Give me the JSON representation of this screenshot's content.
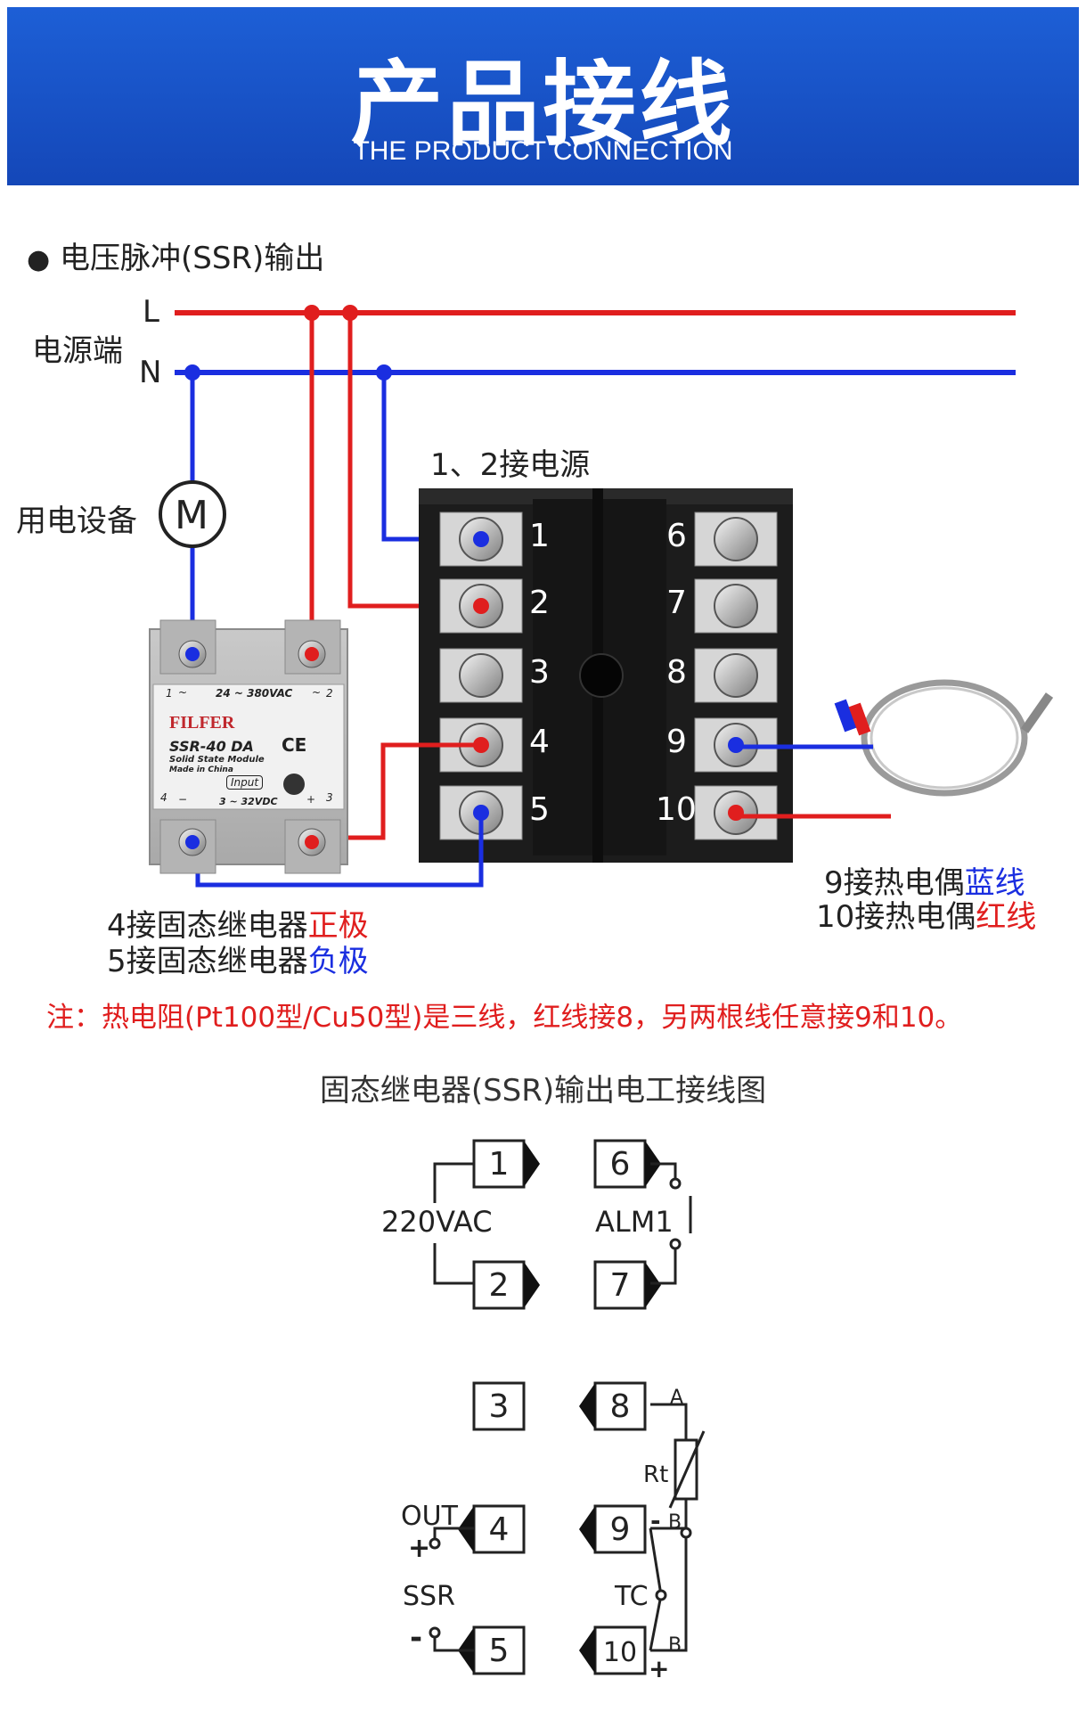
{
  "banner": {
    "title": "产品接线",
    "subtitle": "THE PRODUCT CONNECTION"
  },
  "section": {
    "bullet": "●",
    "heading": "电压脉冲(SSR)输出"
  },
  "power": {
    "label": "电源端",
    "line_l": "L",
    "line_n": "N"
  },
  "device": {
    "label": "用电设备",
    "motor_symbol": "M"
  },
  "terminal_note": "1、2接电源",
  "terminal_block": {
    "left": [
      "1",
      "2",
      "3",
      "4",
      "5"
    ],
    "right": [
      "6",
      "7",
      "8",
      "9",
      "10"
    ]
  },
  "ssr_module": {
    "brand": "FILFER",
    "model": "SSR-40 DA",
    "desc": "Solid State Module",
    "made": "Made in China",
    "ac_range": "24 ~ 380VAC",
    "input_label": "Input",
    "dc_range": "3 ~ 32VDC",
    "pin1": "1",
    "pin2": "2",
    "pin3": "3",
    "pin4": "4",
    "ce": "CE",
    "minus": "−",
    "plus": "+",
    "tilde": "~"
  },
  "ssr_notes": {
    "line1_prefix": "4接固态继电器",
    "line1_hl": "正极",
    "line2_prefix": "5接固态继电器",
    "line2_hl": "负极"
  },
  "tc_notes": {
    "line1_prefix": "9接热电偶",
    "line1_hl": "蓝线",
    "line2_prefix": "10接热电偶",
    "line2_hl": "红线"
  },
  "warning": "注：热电阻(Pt100型/Cu50型)是三线，红线接8，另两根线任意接9和10。",
  "schematic": {
    "title": "固态继电器(SSR)输出电工接线图",
    "terminals": [
      "1",
      "2",
      "3",
      "4",
      "5",
      "6",
      "7",
      "8",
      "9",
      "10"
    ],
    "label_220vac": "220VAC",
    "label_alm1": "ALM1",
    "label_out": "OUT",
    "label_ssr": "SSR",
    "label_plus": "+",
    "label_minus": "-",
    "label_rt": "Rt",
    "label_tc": "TC",
    "label_a": "A",
    "label_b1": "B",
    "label_b2": "B",
    "label_tc_minus": "-",
    "label_tc_plus": "+"
  },
  "colors": {
    "banner": "#1a55cc",
    "wire_live": "#e01e1e",
    "wire_neutral": "#1a2ee0",
    "terminal_body": "#1c1c1c",
    "highlight_red": "#e01e1e",
    "highlight_blue": "#1a2ee0"
  }
}
